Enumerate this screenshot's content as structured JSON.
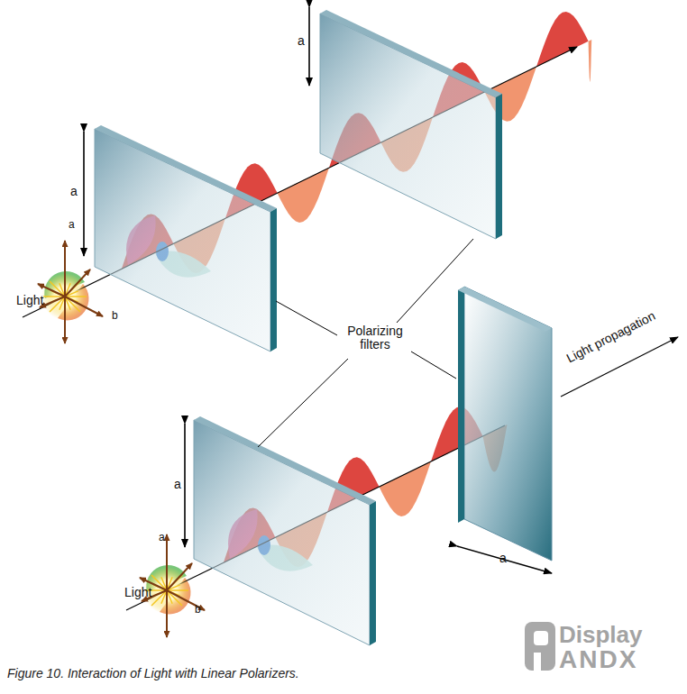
{
  "diagram": {
    "caption": "Figure 10. Interaction of Light with Linear Polarizers.",
    "labels": [
      "a",
      "a",
      "a",
      "Light",
      "b",
      "Polarizing filters",
      "Light propagation",
      "a",
      "a",
      "Light",
      "b",
      "a",
      "Display",
      "ANDX"
    ]
  }
}
